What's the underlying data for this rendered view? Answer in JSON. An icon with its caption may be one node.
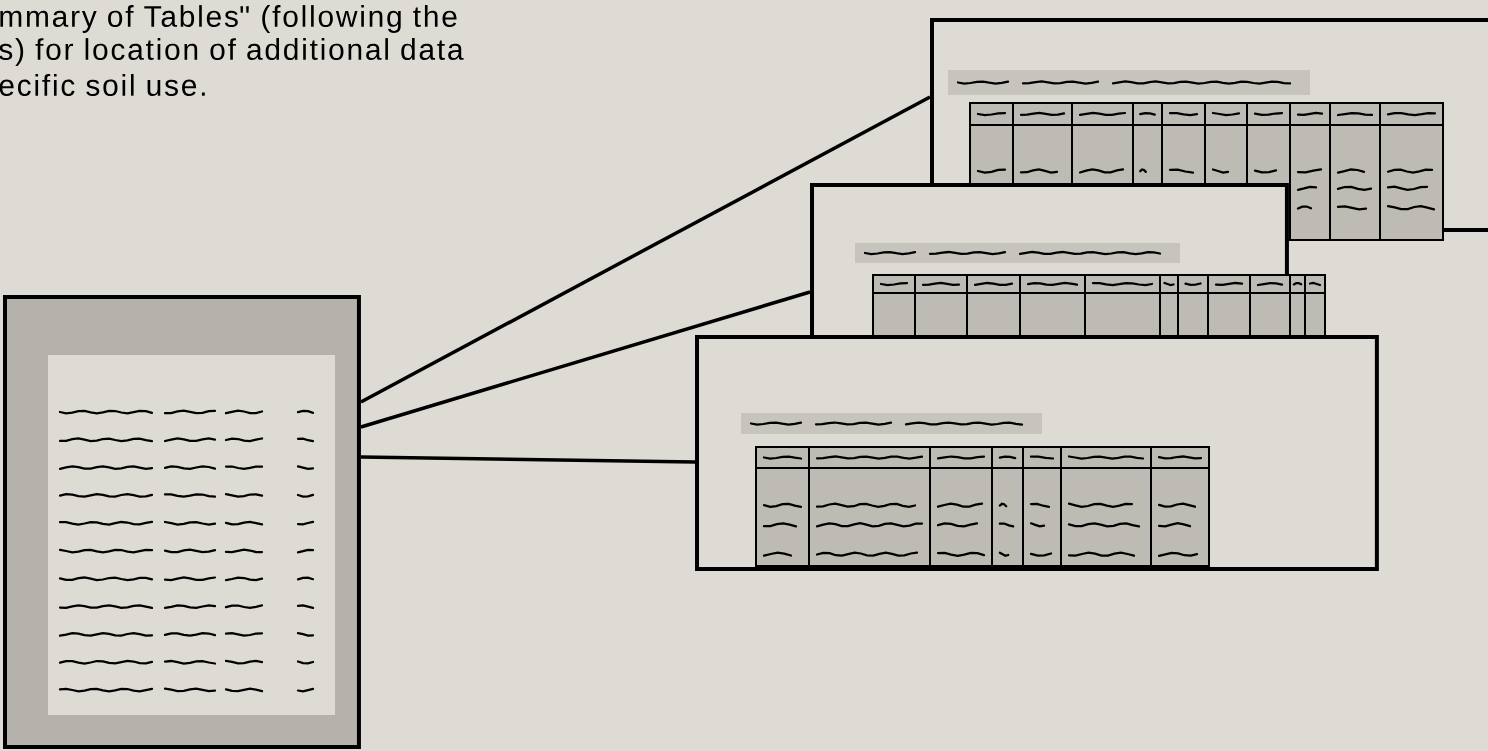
{
  "diagram": {
    "nodes": [
      {
        "text": [],
        "shape": "box"
      },
      {
        "text": [],
        "shape": "box"
      },
      {
        "text": [],
        "shape": "box"
      },
      {
        "text": [],
        "shape": "box"
      }
    ],
    "edges": [
      {
        "from": 0,
        "to": 3,
        "arrow": "none"
      },
      {
        "from": 0,
        "to": 2,
        "arrow": "none"
      },
      {
        "from": 0,
        "to": 1,
        "arrow": "none"
      }
    ],
    "labels": [
      "mmary of Tables'' (following the",
      "s) for location of additional data",
      "ecific soil use."
    ]
  }
}
